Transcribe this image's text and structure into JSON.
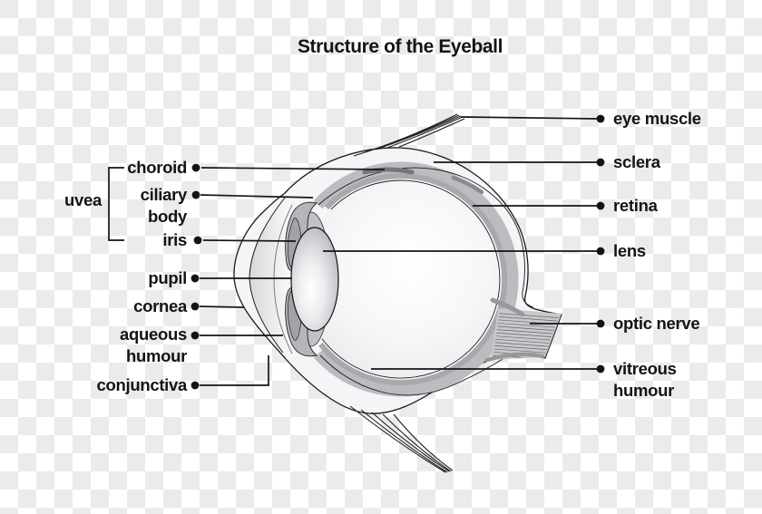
{
  "title": "Structure of the Eyeball",
  "figure": {
    "subject": "Cross-section diagram of a human eyeball",
    "group": {
      "label": "uvea",
      "members": [
        "choroid",
        "ciliary body",
        "iris"
      ]
    },
    "left_labels": [
      "choroid",
      "ciliary body",
      "iris",
      "pupil",
      "cornea",
      "aqueous humour",
      "conjunctiva"
    ],
    "right_labels": [
      "eye muscle",
      "sclera",
      "retina",
      "lens",
      "optic nerve",
      "vitreous humour"
    ]
  },
  "labels": {
    "uvea": "uvea",
    "choroid": "choroid",
    "ciliary_line1": "ciliary",
    "ciliary_line2": "body",
    "iris": "iris",
    "pupil": "pupil",
    "cornea": "cornea",
    "aqueous_line1": "aqueous",
    "aqueous_line2": "humour",
    "conjunctiva": "conjunctiva",
    "eye_muscle": "eye muscle",
    "sclera": "sclera",
    "retina": "retina",
    "lens": "lens",
    "optic_nerve": "optic nerve",
    "vitreous_line1": "vitreous",
    "vitreous_line2": "humour"
  },
  "colors": {
    "text": "#141414",
    "leader_line": "#141414",
    "sclera_fill": "#f5f5f7",
    "choroid_band": "#bcbcc0",
    "retina_band": "#a9a9ad",
    "optic_nerve_fill": "#c9c9cd",
    "checker_gray": "#ebebeb",
    "checker_white": "#ffffff"
  }
}
